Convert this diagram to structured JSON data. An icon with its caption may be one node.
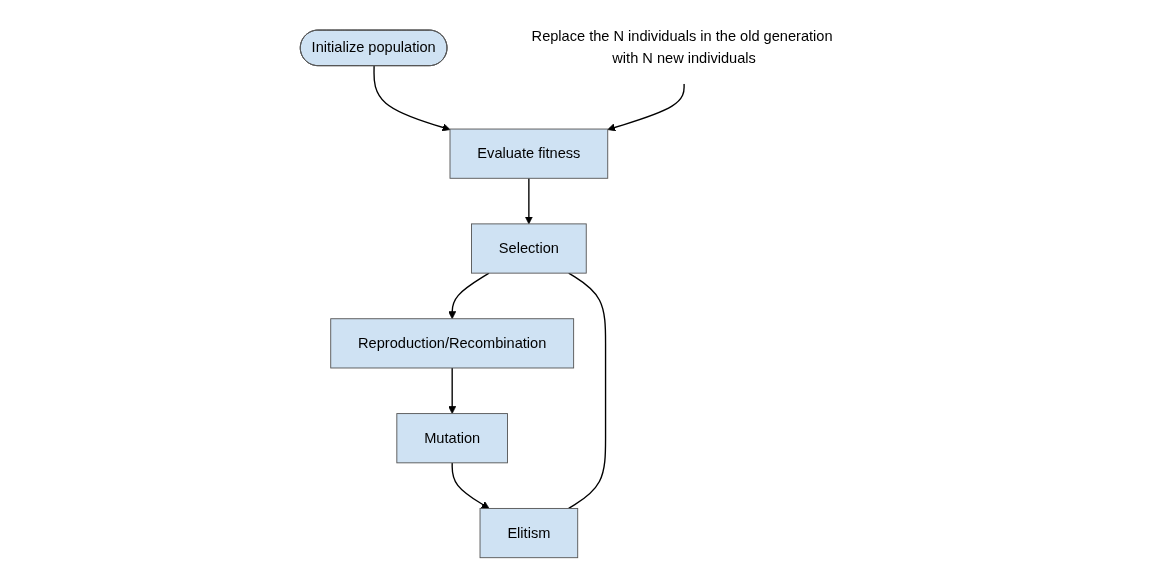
{
  "diagram": {
    "nodes": [
      {
        "text": [
          "Initialize population"
        ]
      },
      {
        "text": [
          "Evaluate fitness"
        ]
      },
      {
        "text": [
          "Selection"
        ]
      },
      {
        "text": [
          "Reproduction/Recombination"
        ]
      },
      {
        "text": [
          "Mutation"
        ]
      },
      {
        "text": [
          "Elitism"
        ]
      },
      {
        "text": [
          "Replace the N individuals in the old generation with N new individuals"
        ]
      }
    ],
    "edges": [
      {
        "from": 0,
        "to": 1,
        "arrow": "to"
      },
      {
        "from": 1,
        "to": 2,
        "arrow": "to"
      },
      {
        "from": 2,
        "to": 3,
        "arrow": "to"
      },
      {
        "from": 3,
        "to": 4,
        "arrow": "to"
      },
      {
        "from": 4,
        "to": 5,
        "arrow": "to"
      },
      {
        "from": 2,
        "to": 5,
        "arrow": "none"
      },
      {
        "from": 6,
        "to": 1,
        "arrow": "to"
      }
    ]
  }
}
